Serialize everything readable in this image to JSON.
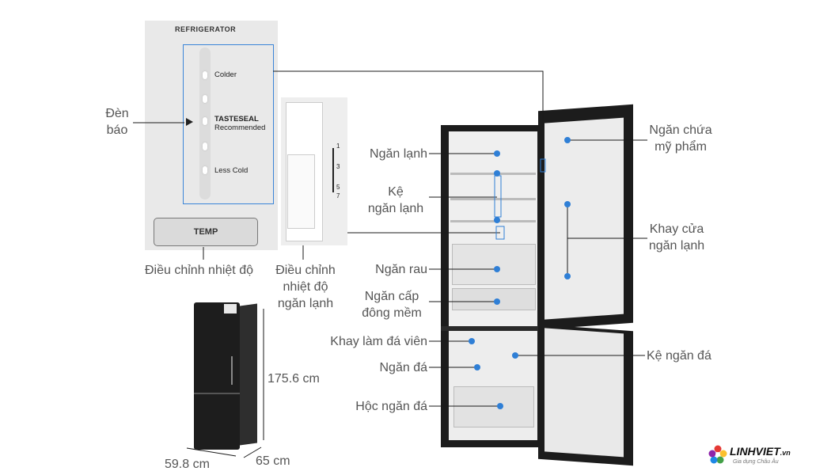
{
  "control_panel": {
    "title": "REFRIGERATOR",
    "levels": [
      "Colder",
      "TASTESEAL",
      "Recommended",
      "Less Cold"
    ],
    "button": "TEMP"
  },
  "dial": {
    "scale": [
      "1",
      "3",
      "5",
      "7"
    ]
  },
  "labels": {
    "indicator": [
      "Đèn",
      "báo"
    ],
    "temp_adjust": "Điều chỉnh nhiệt độ",
    "fridge_adjust": [
      "Điều chỉnh",
      "nhiệt độ",
      "ngăn lạnh"
    ],
    "fridge_compartment": "Ngăn lạnh",
    "fridge_shelf": [
      "Kệ",
      "ngăn lạnh"
    ],
    "veg_drawer": "Ngăn rau",
    "soft_freeze": [
      "Ngăn cấp",
      "đông mềm"
    ],
    "ice_tray": "Khay làm đá viên",
    "freezer": "Ngăn đá",
    "freezer_drawer": "Hộc ngăn đá",
    "cosmetic": [
      "Ngăn chứa",
      "mỹ phẩm"
    ],
    "door_tray": [
      "Khay cửa",
      "ngăn lạnh"
    ],
    "freezer_shelf": "Kệ ngăn đá"
  },
  "dimensions": {
    "height": "175.6 cm",
    "width": "59.8 cm",
    "depth": "65 cm"
  },
  "brand": {
    "name": "LINHVIET",
    "suffix": ".vn",
    "tagline": "Gia dụng Châu Âu"
  },
  "colors": {
    "accent_dot": "#2f7fd6",
    "line": "#1a1a1a",
    "fridge_body": "#1c1c1c"
  }
}
